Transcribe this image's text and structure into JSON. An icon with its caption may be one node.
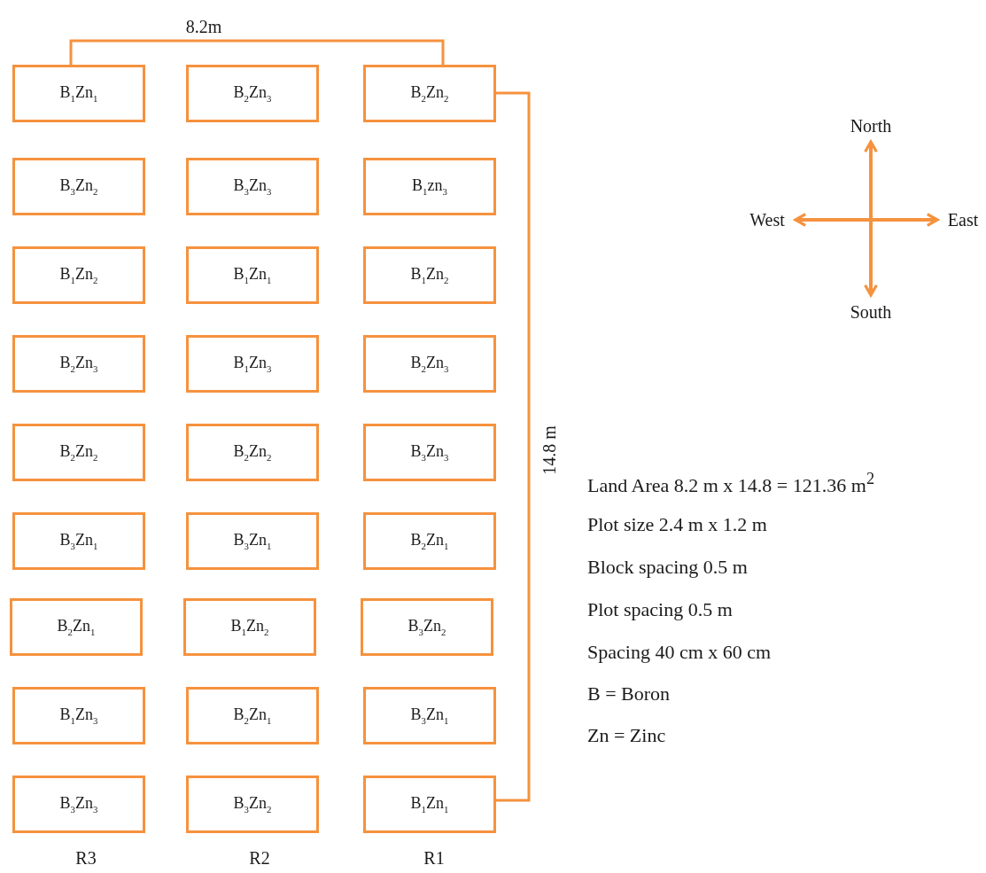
{
  "diagram": {
    "nodes": [
      {
        "text": [
          "B$_{1}$Zn$_{1}$"
        ]
      },
      {
        "text": [
          "B$_{2}$Zn$_{3}$"
        ]
      },
      {
        "text": [
          "B$_{2}$Zn$_{2}$"
        ]
      },
      {
        "text": [
          "B$_{3}$Zn$_{2}$"
        ]
      },
      {
        "text": [
          "B$_{3}$Zn$_{3}$"
        ]
      },
      {
        "text": [
          "B$_{1}$zn$_{3}$"
        ]
      },
      {
        "text": [
          "B$_{1}$Zn$_{2}$"
        ]
      },
      {
        "text": [
          "B$_{1}$Zn$_{1}$"
        ]
      },
      {
        "text": [
          "B$_{1}$Zn$_{2}$"
        ]
      },
      {
        "text": [
          "B$_{2}$Zn$_{3}$"
        ]
      },
      {
        "text": [
          "B$_{1}$Zn$_{3}$"
        ]
      },
      {
        "text": [
          "B$_{2}$Zn$_{3}$"
        ]
      },
      {
        "text": [
          "B$_{2}$Zn$_{2}$"
        ]
      },
      {
        "text": [
          "B$_{2}$Zn$_{2}$"
        ]
      },
      {
        "text": [
          "B$_{3}$Zn$_{3}$"
        ]
      },
      {
        "text": [
          "B$_{3}$Zn$_{1}$"
        ]
      },
      {
        "text": [
          "B$_{3}$Zn$_{1}$"
        ]
      },
      {
        "text": [
          "B$_{2}$Zn$_{1}$"
        ]
      },
      {
        "text": [
          "B$_{2}$Zn$_{1}$"
        ]
      },
      {
        "text": [
          "B$_{1}$Zn$_{2}$"
        ]
      },
      {
        "text": [
          "B$_{3}$Zn$_{2}$"
        ]
      },
      {
        "text": [
          "B$_{1}$Zn$_{3}$"
        ]
      },
      {
        "text": [
          "B$_{2}$Zn$_{1}$"
        ]
      },
      {
        "text": [
          "B$_{3}$Zn$_{1}$"
        ]
      },
      {
        "text": [
          "B$_{3}$Zn$_{3}$"
        ]
      },
      {
        "text": [
          "B$_{3}$Zn$_{2}$"
        ]
      },
      {
        "text": [
          "B$_{1}$Zn$_{1}$"
        ]
      }
    ],
    "labels": [
      "8.2m",
      "North",
      "West",
      "East",
      "South",
      "14.8 m",
      "Land Area 8.2 m x 14.8 = 121.36 m$^{2}$",
      "Plot size 2.4 m x 1.2 m",
      "Block spacing 0.5 m",
      "Plot spacing 0.5 m",
      "Spacing 40 cm x 60 cm",
      "B = Boron",
      "Zn = Zinc",
      "R3",
      "R2",
      "R1"
    ]
  }
}
